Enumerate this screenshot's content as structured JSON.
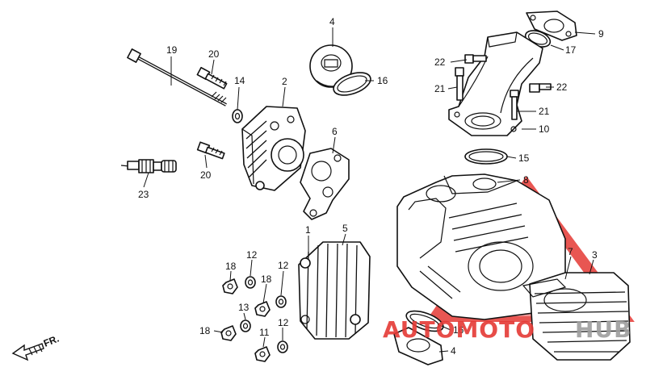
{
  "callouts": {
    "c1": "1",
    "c2": "2",
    "c3": "3",
    "c4a": "4",
    "c4b": "4",
    "c5": "5",
    "c6": "6",
    "c7": "7",
    "c8": "8",
    "c9": "9",
    "c10": "10",
    "c11": "11",
    "c12a": "12",
    "c12b": "12",
    "c12c": "12",
    "c13": "13",
    "c14": "14",
    "c15": "15",
    "c16a": "16",
    "c16b": "16",
    "c17": "17",
    "c18a": "18",
    "c18b": "18",
    "c18c": "18",
    "c19": "19",
    "c20a": "20",
    "c20b": "20",
    "c21a": "21",
    "c21b": "21",
    "c22a": "22",
    "c22b": "22",
    "c23": "23"
  },
  "direction_label": "FR.",
  "watermark": {
    "text_left": "AUTOMOTO",
    "text_right": "HUB",
    "color_red": "#e53935",
    "color_gray": "#9e9e9e"
  },
  "colors": {
    "line": "#111111",
    "background": "#ffffff"
  }
}
